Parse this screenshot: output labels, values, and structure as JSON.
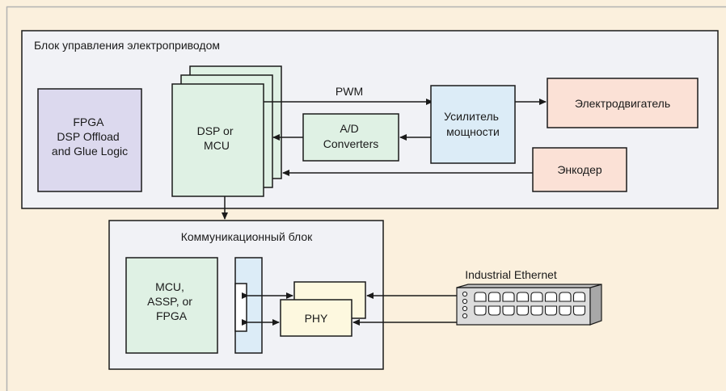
{
  "colors": {
    "background": "#fbf0dd",
    "panel": "#f1f2f6",
    "fpga": "#dcd9ee",
    "dsp": "#dff1e4",
    "adc": "#dff1e4",
    "amplifier": "#dcecf7",
    "motor": "#fbe1d6",
    "encoder": "#fbe1d6",
    "phy": "#fdf8df",
    "mcu": "#dff1e4",
    "bus": "#dcecf7",
    "stroke": "#1a1a1a",
    "border": "#b3b3b3"
  },
  "motor_control_block": {
    "title": "Блок управления электроприводом",
    "fpga_lines": [
      "FPGA",
      "DSP Offload",
      "and Glue Logic"
    ],
    "dsp_lines": [
      "DSP or",
      "MCU"
    ],
    "pwm_label": "PWM",
    "adc_lines": [
      "A/D",
      "Converters"
    ],
    "amplifier_lines": [
      "Усилитель",
      "мощности"
    ],
    "motor_label": "Электродвигатель",
    "encoder_label": "Энкодер"
  },
  "comm_block": {
    "title": "Коммуникационный блок",
    "mcu_lines": [
      "MCU,",
      "ASSP, or",
      "FPGA"
    ],
    "phy_label": "PHY",
    "ethernet_label": "Industrial Ethernet",
    "switch_icon": "ethernet-switch-icon"
  }
}
